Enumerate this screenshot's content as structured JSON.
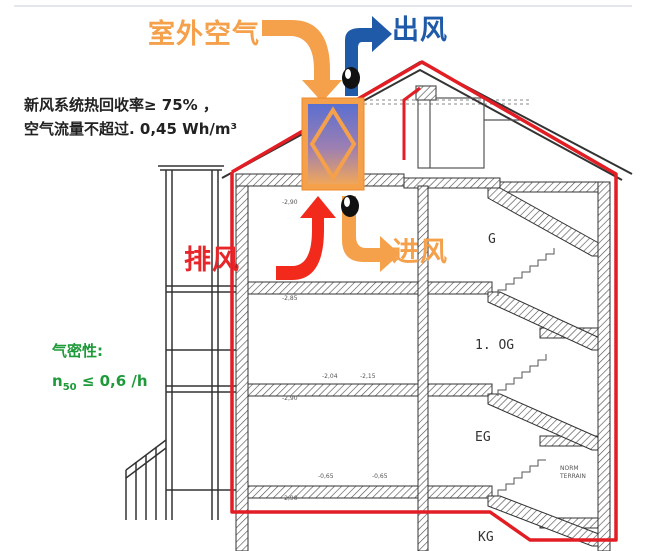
{
  "labels": {
    "outdoor_air": "室外空气",
    "exhaust_out": "出风",
    "exhaust_in": "排风",
    "supply": "进风"
  },
  "specs": {
    "line1": "新风系统热回收率≥ 75% ，",
    "line2": "空气流量不超过. 0,45 Wh/m³"
  },
  "airtightness": {
    "label": "气密性:",
    "n_prefix": "n",
    "n_sub": "50",
    "n_suffix": " ≤ 0,6 /h"
  },
  "floors": {
    "og": "G",
    "og1": "1. OG",
    "eg": "EG",
    "kg": "KG"
  },
  "colors": {
    "orange": "#f5a04b",
    "blue": "#1f5aa8",
    "red": "#e8262a",
    "envelope_red": "#e21d23",
    "green": "#1f9a3a"
  }
}
